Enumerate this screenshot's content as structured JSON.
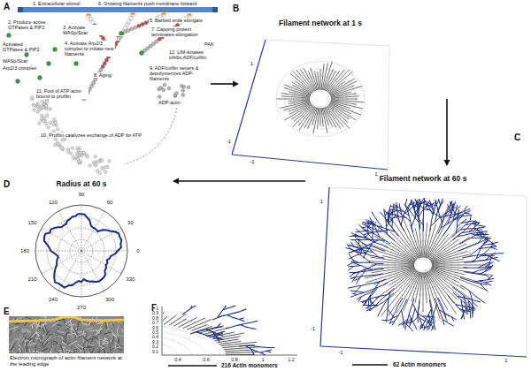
{
  "diagram": {
    "labels": [
      "A",
      "1. Extracellular stimuli",
      "6. Growing filaments push membrane forward",
      "2. Produce active GTPases & PIP2",
      "3. Activate WASp/Scar",
      "Activated GTPases & PIP2",
      "WASp/Scar",
      "Arp2/3 complex",
      "4. Activate Arp2/3 complex to initiate new filaments",
      "70°",
      "5. Barbed ends elongate",
      "7. Capping protein terminates elongation",
      "PAK",
      "12. LIM-kinases inhibit ADF/cofilin",
      "9. ADF/cofilin severs & depolymerizes ADP-filaments",
      "8. Aging",
      "11. Pool of ATP-actin bound to profilin",
      "ADP-actin",
      "10. Profilin catalyzes exchange of ADP for ATP",
      "B",
      "Filament network at 1 s",
      "1",
      "-1",
      "-1",
      "1",
      "C",
      "Filament network at 60 s",
      "1",
      "-1",
      "-1",
      "1",
      "62 Actin monomers",
      "D",
      "Radius at 60 s",
      "90",
      "60",
      "30",
      "0",
      "330",
      "300",
      "270",
      "240",
      "210",
      "180",
      "150",
      "120",
      "E",
      "Electron micrograph of actin filament network at the leading edge",
      "F",
      "1",
      "0.9",
      "0.8",
      "0.7",
      "0.6",
      "0.5",
      "0.4",
      "0.3",
      "0.2",
      "0.1",
      "0.4",
      "0.6",
      "0.8",
      "1",
      "1.2",
      "216 Actin monomers"
    ]
  }
}
